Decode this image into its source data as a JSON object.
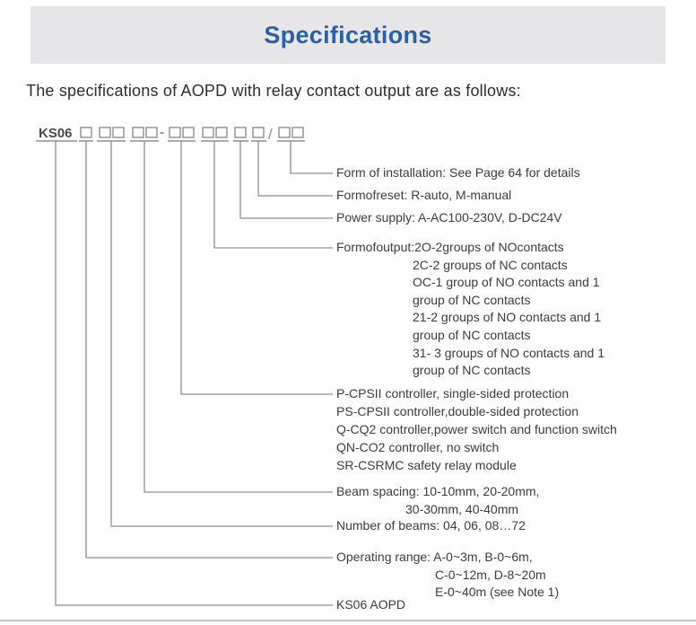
{
  "page": {
    "title": "Specifications",
    "intro": "The specifications of AOPD with relay contact output are as follows:"
  },
  "model_code": {
    "prefix": "KS06",
    "hyphen": "-",
    "slash": "/"
  },
  "diagram": {
    "labels": [
      {
        "name": "form-of-installation",
        "lines": [
          "Form of installation: See Page 64 for details"
        ]
      },
      {
        "name": "form-of-reset",
        "lines": [
          "Formofreset: R-auto, M-manual"
        ]
      },
      {
        "name": "power-supply",
        "lines": [
          "Power supply: A-AC100-230V, D-DC24V"
        ]
      },
      {
        "name": "form-of-output",
        "lines": [
          "Formofoutput:2O-2groups of NOcontacts",
          "2C-2 groups of NC contacts",
          "OC-1 group of NO contacts and 1",
          "group of NC contacts",
          "21-2 groups of NO contacts and 1",
          "group of NC contacts",
          "31- 3 groups of NO contacts and 1",
          "group of NC contacts"
        ]
      },
      {
        "name": "controller-type",
        "lines": [
          "P-CPSII controller, single-sided protection",
          "PS-CPSII controller,double-sided protection",
          "Q-CQ2 controller,power switch and function switch",
          "QN-CO2 controller, no switch",
          "SR-CSRMC safety relay module"
        ]
      },
      {
        "name": "beam-spacing",
        "lines": [
          "Beam spacing: 10-10mm, 20-20mm,",
          "30-30mm, 40-40mm"
        ]
      },
      {
        "name": "number-of-beams",
        "lines": [
          "Number of beams: 04, 06, 08…72"
        ]
      },
      {
        "name": "operating-range",
        "lines": [
          "Operating range: A-0~3m, B-0~6m,",
          "C-0~12m, D-8~20m",
          "E-0~40m (see Note 1)"
        ]
      },
      {
        "name": "series",
        "lines": [
          "KS06 AOPD"
        ]
      }
    ]
  },
  "colors": {
    "title_blue": "#2a60a4",
    "header_bg": "#e7e7e9",
    "line_gray": "#8f8f8f",
    "divider_blue": "#b7c5d7"
  }
}
